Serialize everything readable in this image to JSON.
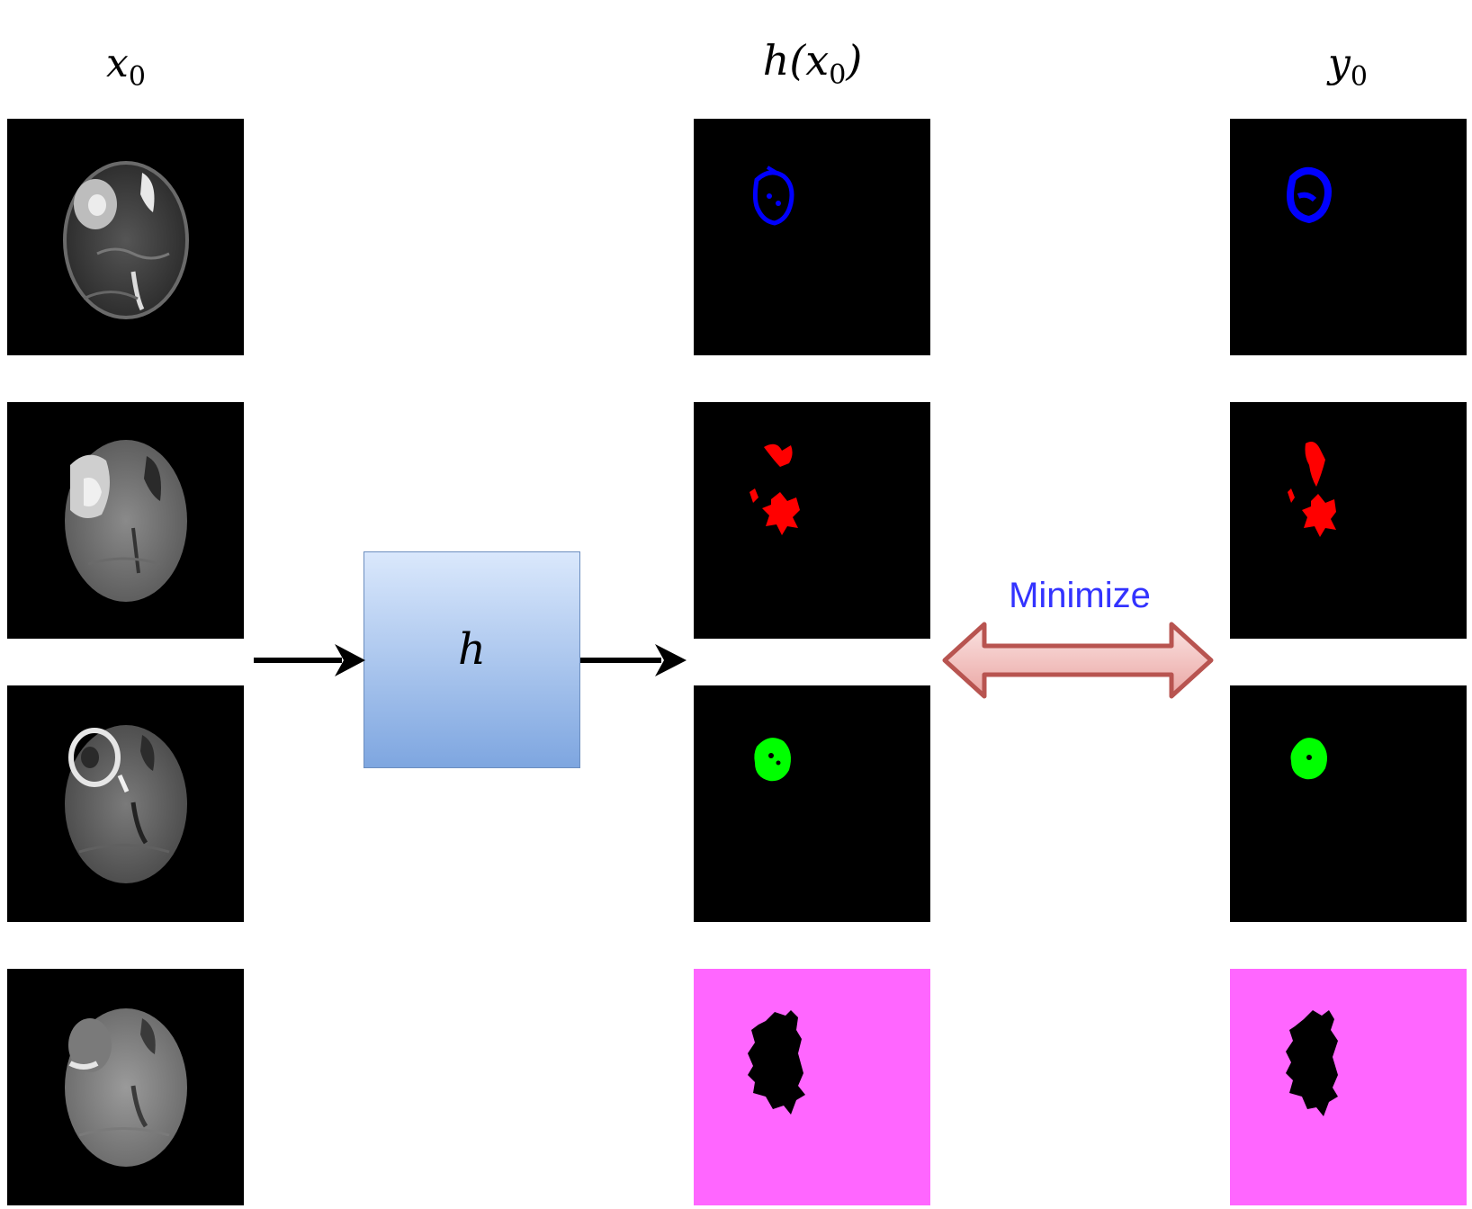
{
  "columns": {
    "input": {
      "symbol": "x",
      "subscript": "0"
    },
    "prediction": {
      "prefix": "h(x",
      "subscript": "0",
      "suffix": ")"
    },
    "target": {
      "symbol": "y",
      "subscript": "0"
    }
  },
  "model_box": {
    "label": "h"
  },
  "loss": {
    "label": "Minimize"
  },
  "colors": {
    "channel_1": "#0000ff",
    "channel_2": "#ff0000",
    "channel_3": "#00ff00",
    "background_channel": "#ff66ff",
    "box_fill_top": "#dae8fc",
    "box_fill_bottom": "#7ea6e0",
    "loss_arrow_fill": "#f8cecc",
    "loss_arrow_stroke": "#b85450",
    "loss_text": "#3333ff"
  }
}
